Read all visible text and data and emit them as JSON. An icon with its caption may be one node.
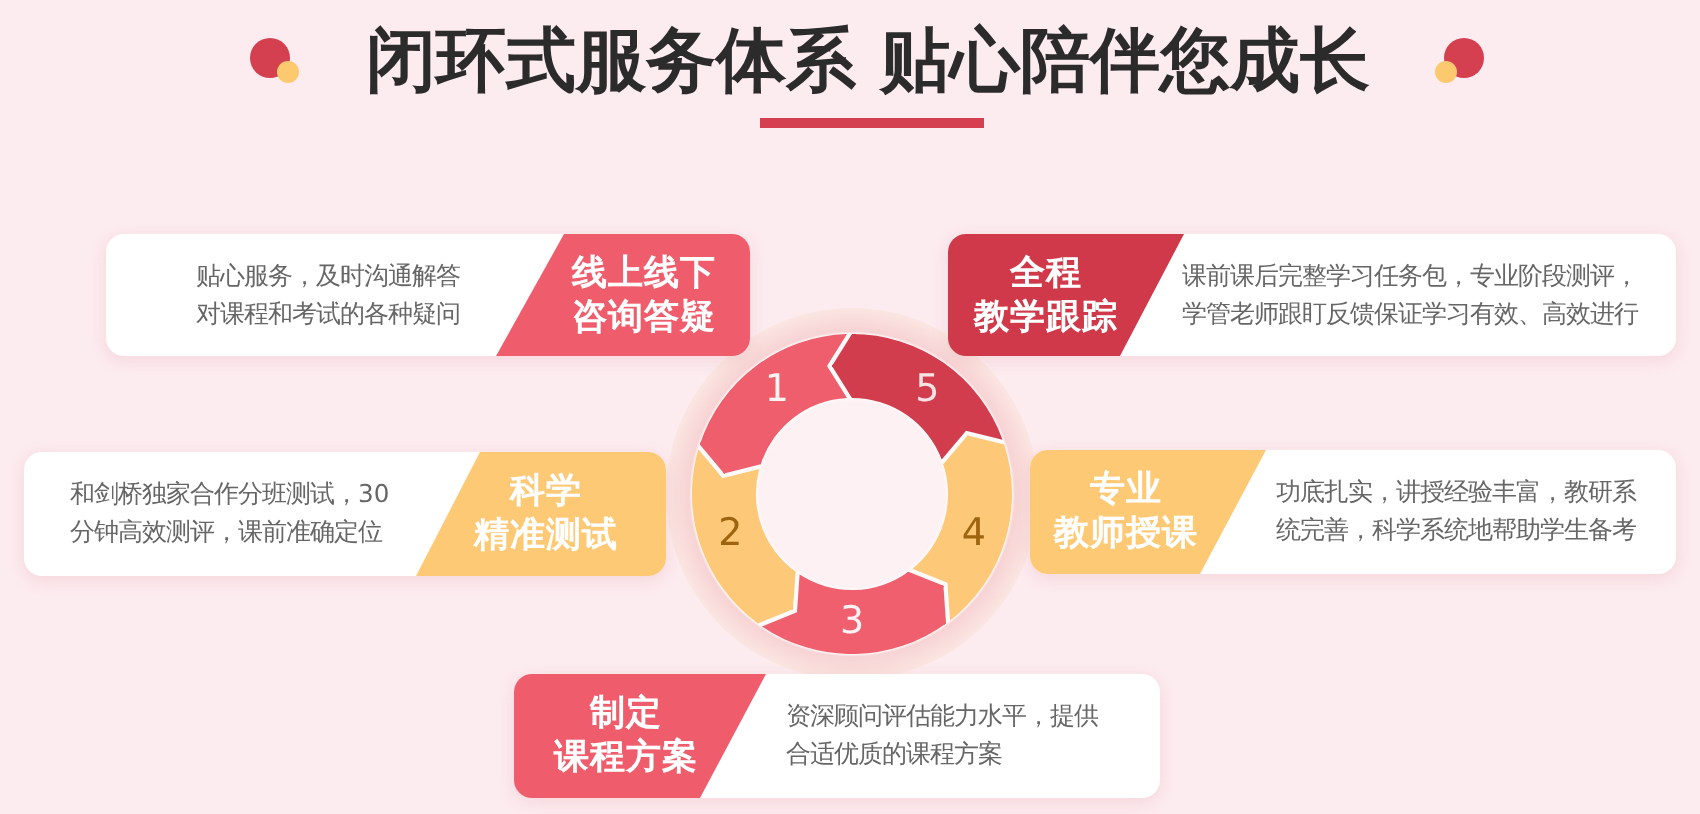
{
  "diagram": {
    "title": "闭环式服务体系 贴心陪伴您成长",
    "nodes": [
      {
        "text": [
          "贴心服务，及时沟通解答对课程和考试的各种疑问",
          "线上线下咨询答疑"
        ]
      },
      {
        "text": [
          "全程教学跟踪",
          "课前课后完整学习任务包，专业阶段测评，学管老师跟盯反馈保证学习有效、高效进行"
        ]
      },
      {
        "text": [
          "1"
        ]
      },
      {
        "text": [
          "5"
        ]
      },
      {
        "text": [
          "和剑桥独家合作分班测试，30分钟高效测评，课前准确定位",
          "科学精准测试"
        ]
      },
      {
        "text": [
          "2"
        ]
      },
      {
        "text": [
          "4"
        ]
      },
      {
        "text": [
          "专业教师授课",
          "功底扎实，讲授经验丰富，教研系统完善，科学系统地帮助学生备考"
        ]
      },
      {
        "text": [
          "3"
        ]
      },
      {
        "text": [
          "制定课程方案",
          "资深顾问评估能力水平，提供合适优质的课程方案"
        ]
      }
    ],
    "edges": [
      {
        "from": 2,
        "to": 5,
        "arrow": "to",
        "color": "#ee5e6d"
      },
      {
        "from": 5,
        "to": 8,
        "arrow": "to",
        "color": "#fdc878"
      },
      {
        "from": 8,
        "to": 6,
        "arrow": "to",
        "color": "#ef5f6e"
      },
      {
        "from": 6,
        "to": 3,
        "arrow": "to",
        "color": "#fdc878"
      },
      {
        "from": 3,
        "to": 2,
        "arrow": "to",
        "color": "#d13d4c"
      }
    ]
  }
}
